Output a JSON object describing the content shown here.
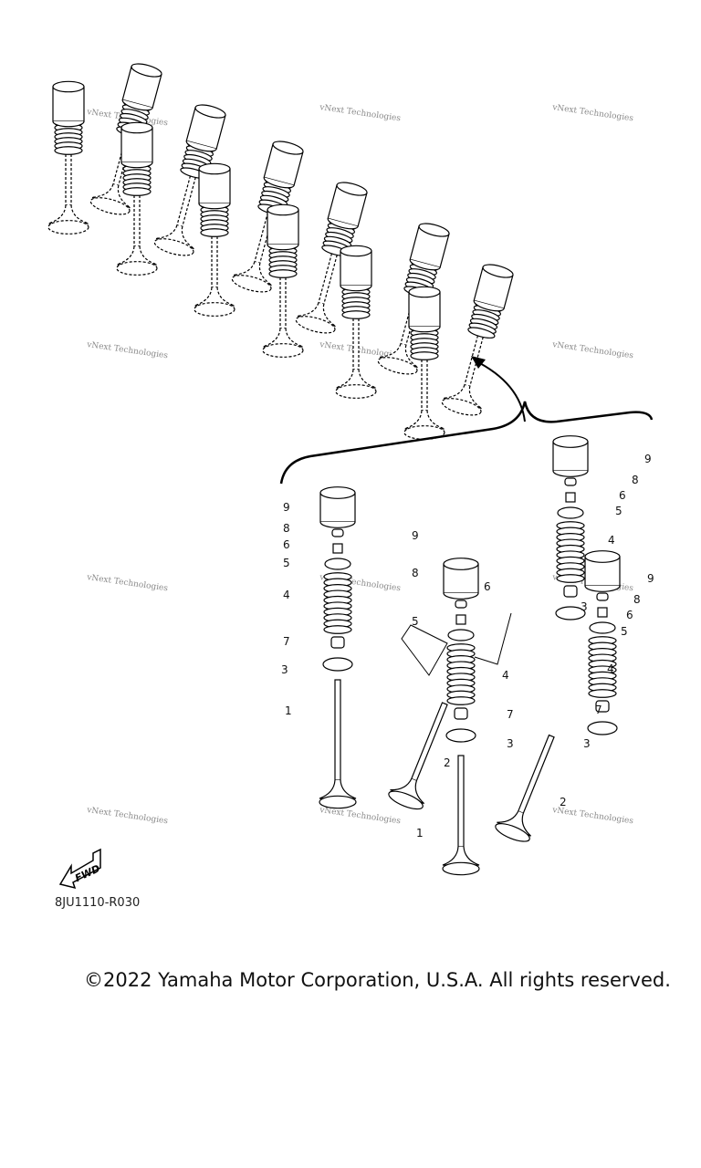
{
  "diagram": {
    "part_code": "8JU1110-R030",
    "fwd_label": "FWD",
    "watermark": "vNext Technologies",
    "copyright": "©2022 Yamaha Motor Corporation, U.S.A. All rights reserved.",
    "callouts": {
      "left": [
        "9",
        "8",
        "6",
        "5",
        "4",
        "7",
        "3",
        "1"
      ],
      "middle": [
        "9",
        "8",
        "6",
        "5",
        "4",
        "7",
        "3",
        "2",
        "1"
      ],
      "right_upper": [
        "9",
        "8",
        "6",
        "5",
        "4",
        "3"
      ],
      "right_lower": [
        "9",
        "8",
        "6",
        "5",
        "4",
        "7",
        "3",
        "2"
      ]
    }
  }
}
